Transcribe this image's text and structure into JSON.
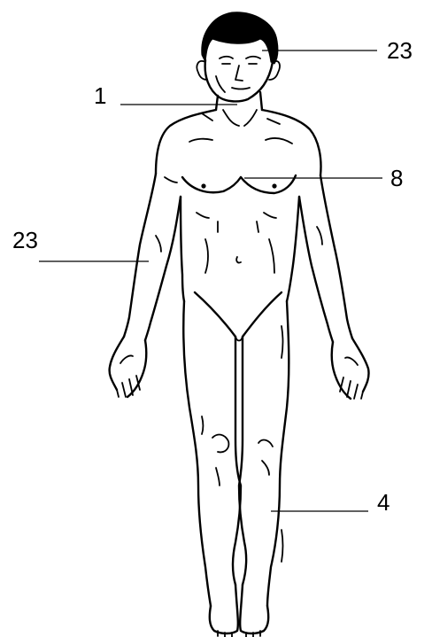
{
  "figure": {
    "subject": "human-body-front-view",
    "callouts": [
      {
        "id": "head",
        "text": "23"
      },
      {
        "id": "neck",
        "text": "1"
      },
      {
        "id": "chest",
        "text": "8"
      },
      {
        "id": "left-arm",
        "text": "23"
      },
      {
        "id": "lower-leg",
        "text": "4"
      }
    ]
  },
  "colors": {
    "ink": "#000000",
    "background": "#ffffff"
  }
}
